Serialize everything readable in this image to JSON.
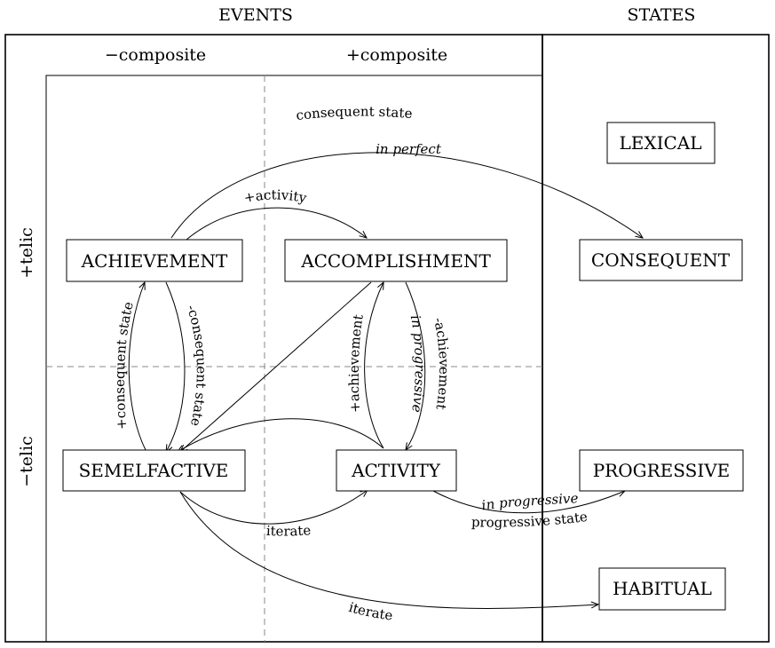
{
  "headers": {
    "events": "EVENTS",
    "states": "STATES",
    "minus_composite": "−composite",
    "plus_composite": "+composite",
    "plus_telic": "+telic",
    "minus_telic": "−telic"
  },
  "nodes": {
    "achievement": "ACHIEVEMENT",
    "accomplishment": "ACCOMPLISHMENT",
    "semelfactive": "SEMELFACTIVE",
    "activity": "ACTIVITY",
    "lexical": "LEXICAL",
    "consequent": "CONSEQUENT",
    "progressive": "PROGRESSIVE",
    "habitual": "HABITUAL"
  },
  "edges": {
    "consequent_state": "consequent state",
    "in_perfect": "in perfect",
    "plus_activity": "+activity",
    "plus_consequent_state": "+consequent state",
    "minus_consequent_state": "-consequent state",
    "plus_achievement": "+achievement",
    "in_progressive_vertical": "in progressive",
    "minus_achievement": "-achievement",
    "in_progressive": "in progressive",
    "progressive_state": "progressive state",
    "iterate_1": "iterate",
    "iterate_2": "iterate"
  }
}
